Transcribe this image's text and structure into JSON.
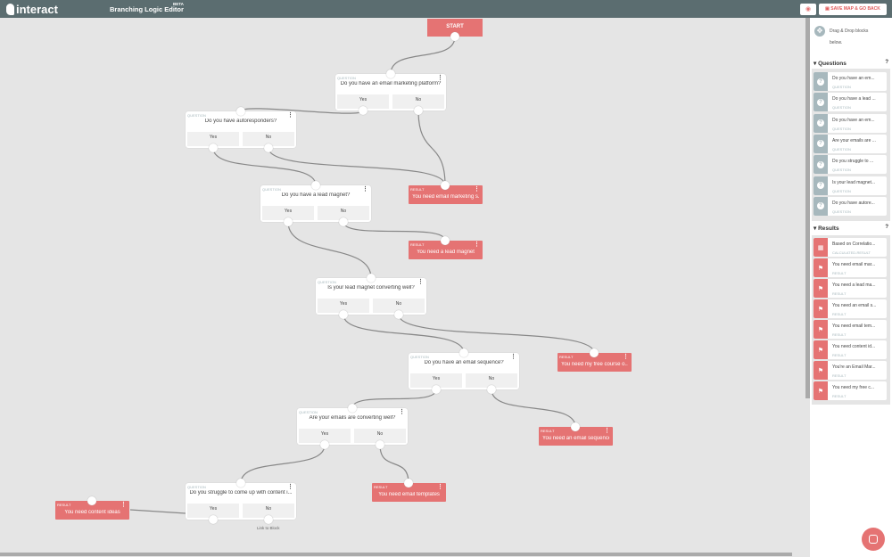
{
  "header": {
    "logo": "interact",
    "title": "Branching Logic Editor",
    "beta": "BETA",
    "preview_icon": "eye-icon",
    "save_label": "SAVE MAP & GO BACK"
  },
  "colors": {
    "topbar": "#5b6d70",
    "result": "#e57373",
    "question_icon": "#a7b8bd"
  },
  "canvas": {
    "start": "START",
    "link_to_block": "Link to Block",
    "questions": [
      {
        "id": "q1",
        "kind": "QUESTION",
        "text": "Do you have an email marketing platform?",
        "yes": "Yes",
        "no": "No"
      },
      {
        "id": "q2",
        "kind": "QUESTION",
        "text": "Do you have autoresponders?",
        "yes": "Yes",
        "no": "No"
      },
      {
        "id": "q3",
        "kind": "QUESTION",
        "text": "Do you have a lead magnet?",
        "yes": "Yes",
        "no": "No"
      },
      {
        "id": "q4",
        "kind": "QUESTION",
        "text": "Is your lead magnet converting well?",
        "yes": "Yes",
        "no": "No"
      },
      {
        "id": "q5",
        "kind": "QUESTION",
        "text": "Do you have an email sequence?",
        "yes": "Yes",
        "no": "No"
      },
      {
        "id": "q6",
        "kind": "QUESTION",
        "text": "Are your emails are converting well?",
        "yes": "Yes",
        "no": "No"
      },
      {
        "id": "q7",
        "kind": "QUESTION",
        "text": "Do you struggle to come up with content i...",
        "yes": "Yes",
        "no": "No"
      }
    ],
    "results": [
      {
        "id": "r1",
        "kind": "RESULT",
        "text": "You need email marketing s..."
      },
      {
        "id": "r2",
        "kind": "RESULT",
        "text": "You need a lead magnet"
      },
      {
        "id": "r3",
        "kind": "RESULT",
        "text": "You need my free course o..."
      },
      {
        "id": "r4",
        "kind": "RESULT",
        "text": "You need an email sequence"
      },
      {
        "id": "r5",
        "kind": "RESULT",
        "text": "You need email templates"
      },
      {
        "id": "r6",
        "kind": "RESULT",
        "text": "You need content ideas"
      }
    ]
  },
  "sidebar": {
    "drag_line1": "Drag & Drop blocks",
    "drag_line2": "below.",
    "questions_title": "Questions",
    "questions_help": "?",
    "questions": [
      {
        "text": "Do you have an em...",
        "sub": "QUESTION"
      },
      {
        "text": "Do you have a lead ...",
        "sub": "QUESTION"
      },
      {
        "text": "Do you have an em...",
        "sub": "QUESTION"
      },
      {
        "text": "Are your emails are ...",
        "sub": "QUESTION"
      },
      {
        "text": "Do you struggle to ...",
        "sub": "QUESTION"
      },
      {
        "text": "Is your lead magnet...",
        "sub": "QUESTION"
      },
      {
        "text": "Do you have autore...",
        "sub": "QUESTION"
      }
    ],
    "results_title": "Results",
    "results_help": "?",
    "results": [
      {
        "text": "Based on Correlatio...",
        "sub": "CALCULATED-RESULT",
        "icon": "calculator-icon"
      },
      {
        "text": "You need email mar...",
        "sub": "RESULT",
        "icon": "flag-icon"
      },
      {
        "text": "You need a lead ma...",
        "sub": "RESULT",
        "icon": "flag-icon"
      },
      {
        "text": "You need an email s...",
        "sub": "RESULT",
        "icon": "flag-icon"
      },
      {
        "text": "You need email tem...",
        "sub": "RESULT",
        "icon": "flag-icon"
      },
      {
        "text": "You need content id...",
        "sub": "RESULT",
        "icon": "flag-icon"
      },
      {
        "text": "You're an Email Mar...",
        "sub": "RESULT",
        "icon": "flag-icon"
      },
      {
        "text": "You need my free c...",
        "sub": "RESULT",
        "icon": "flag-icon"
      }
    ]
  }
}
